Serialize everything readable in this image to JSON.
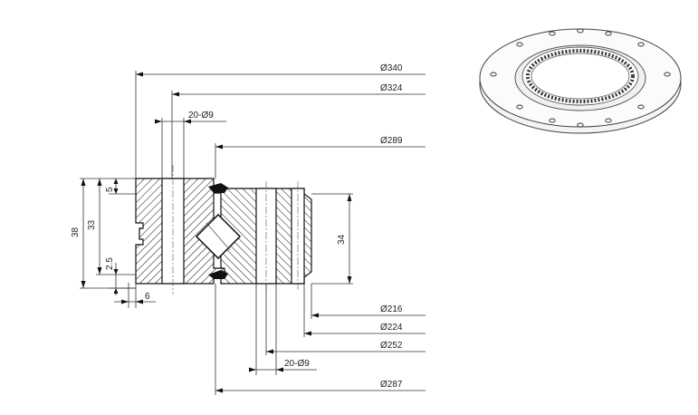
{
  "dimensions": {
    "d340": "Ø340",
    "d324": "Ø324",
    "holes_outer": "20-Ø9",
    "d289": "Ø289",
    "h5": "5",
    "h33": "33",
    "h38": "38",
    "h34": "34",
    "h2_5": "2.5",
    "w6": "6",
    "d216": "Ø216",
    "d224": "Ø224",
    "d252": "Ø252",
    "holes_inner": "20-Ø9",
    "d287": "Ø287"
  },
  "preview": {
    "icon": "slewing-ring-internal-gear-icon"
  }
}
